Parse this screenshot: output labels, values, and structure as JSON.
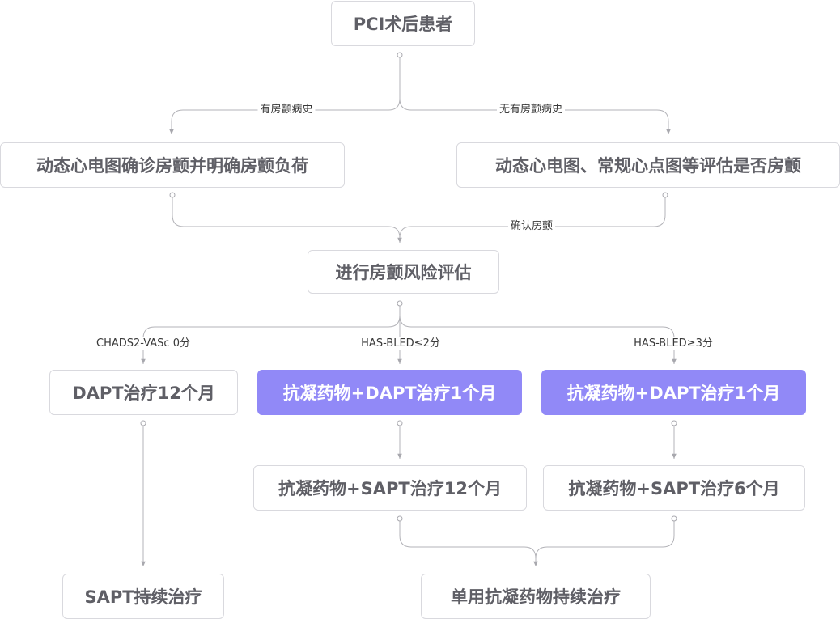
{
  "nodes": {
    "start": "PCI术后患者",
    "af_confirm": "动态心电图确诊房颤并明确房颤负荷",
    "af_assess": "动态心电图、常规心点图等评估是否房颤",
    "risk_assess": "进行房颤风险评估",
    "dapt12": "DAPT治疗12个月",
    "ac_dapt1_a": "抗凝药物+DAPT治疗1个月",
    "ac_dapt1_b": "抗凝药物+DAPT治疗1个月",
    "ac_sapt12": "抗凝药物+SAPT治疗12个月",
    "ac_sapt6": "抗凝药物+SAPT治疗6个月",
    "sapt_cont": "SAPT持续治疗",
    "ac_cont": "单用抗凝药物持续治疗"
  },
  "edges": {
    "has_af_history": "有房颤病史",
    "no_af_history": "无有房颤病史",
    "confirm_af": "确认房颤",
    "chads": "CHADS2-VASc 0分",
    "hasbled_low": "HAS-BLED≤2分",
    "hasbled_high": "HAS-BLED≥3分"
  },
  "colors": {
    "highlight": "#9189f7",
    "line": "#a8a8ae",
    "text": "#5f5f66"
  }
}
